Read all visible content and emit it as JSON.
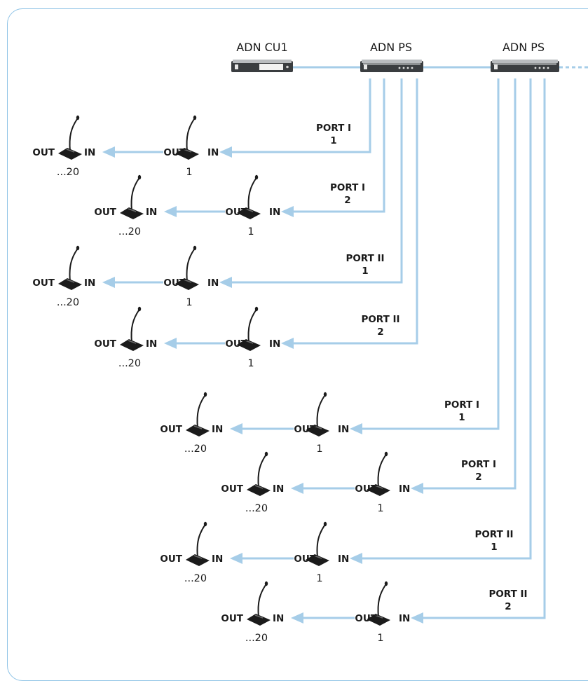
{
  "colors": {
    "cable": "#a6cde8",
    "frame": "#8ec3e6",
    "unit_body": "#3a3d40",
    "unit_face": "#d9dbdd",
    "mic": "#1b1b1b"
  },
  "devices": [
    {
      "id": "cu1",
      "label": "ADN CU1"
    },
    {
      "id": "ps1",
      "label": "ADN PS"
    },
    {
      "id": "ps2",
      "label": "ADN PS"
    }
  ],
  "chains": [
    {
      "port": "PORT I",
      "num": "1",
      "out": "OUT",
      "in": "IN",
      "first": "1",
      "last": "...20"
    },
    {
      "port": "PORT I",
      "num": "2",
      "out": "OUT",
      "in": "IN",
      "first": "1",
      "last": "...20"
    },
    {
      "port": "PORT II",
      "num": "1",
      "out": "OUT",
      "in": "IN",
      "first": "1",
      "last": "...20"
    },
    {
      "port": "PORT II",
      "num": "2",
      "out": "OUT",
      "in": "IN",
      "first": "1",
      "last": "...20"
    },
    {
      "port": "PORT I",
      "num": "1",
      "out": "OUT",
      "in": "IN",
      "first": "1",
      "last": "...20"
    },
    {
      "port": "PORT I",
      "num": "2",
      "out": "OUT",
      "in": "IN",
      "first": "1",
      "last": "...20"
    },
    {
      "port": "PORT II",
      "num": "1",
      "out": "OUT",
      "in": "IN",
      "first": "1",
      "last": "...20"
    },
    {
      "port": "PORT II",
      "num": "2",
      "out": "OUT",
      "in": "IN",
      "first": "1",
      "last": "...20"
    }
  ]
}
